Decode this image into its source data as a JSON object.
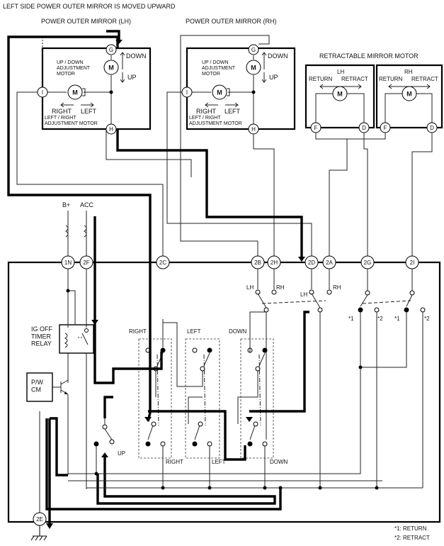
{
  "title": "LEFT SIDE POWER OUTER MIRROR IS MOVED UPWARD",
  "mirror_lh": {
    "title": "POWER OUTER MIRROR (LH)",
    "ud_motor": "UP / DOWN\nADJUSTMENT\nMOTOR",
    "lr_motor": "LEFT / RIGHT\nADJUSTMENT MOTOR",
    "down": "DOWN",
    "up": "UP",
    "right": "RIGHT",
    "left": "LEFT"
  },
  "mirror_rh": {
    "title": "POWER OUTER MIRROR (RH)",
    "ud_motor": "UP / DOWN\nADJUSTMENT\nMOTOR",
    "lr_motor": "LEFT / RIGHT\nADJUSTMENT MOTOR",
    "down": "DOWN",
    "up": "UP",
    "right": "RIGHT",
    "left": "LEFT"
  },
  "retract": {
    "title": "RETRACTABLE MIRROR MOTOR",
    "lh": "LH",
    "rh": "RH",
    "return": "RETURN",
    "retract": "RETRACT"
  },
  "motor_symbol": "M",
  "connectors": {
    "g": "G",
    "i": "I",
    "h": "H",
    "f": "F",
    "d": "D",
    "c1n": "1N",
    "c2f": "2F",
    "c2c": "2C",
    "c2b": "2B",
    "c2h": "2H",
    "c2d": "2D",
    "c2a": "2A",
    "c2g": "2G",
    "c2i": "2I",
    "c2e": "2E"
  },
  "power": {
    "bplus": "B+",
    "acc": "ACC"
  },
  "switch_labels": {
    "lh1": "LH",
    "rh1": "RH",
    "lh2": "LH",
    "rh2": "RH",
    "n1a": "*1",
    "n2a": "*2",
    "n1b": "*1",
    "n2b": "*2",
    "right_top": "RIGHT",
    "left_top": "LEFT",
    "down_top": "DOWN",
    "up": "UP",
    "right_bot": "RIGHT",
    "left_bot": "LEFT",
    "down_bot": "DOWN"
  },
  "relay": "IG OFF\nTIMER\nRELAY",
  "pwcm": "P/W\nCM",
  "notes": {
    "n1": "*1: RETURN",
    "n2": "*2: RETRACT"
  }
}
